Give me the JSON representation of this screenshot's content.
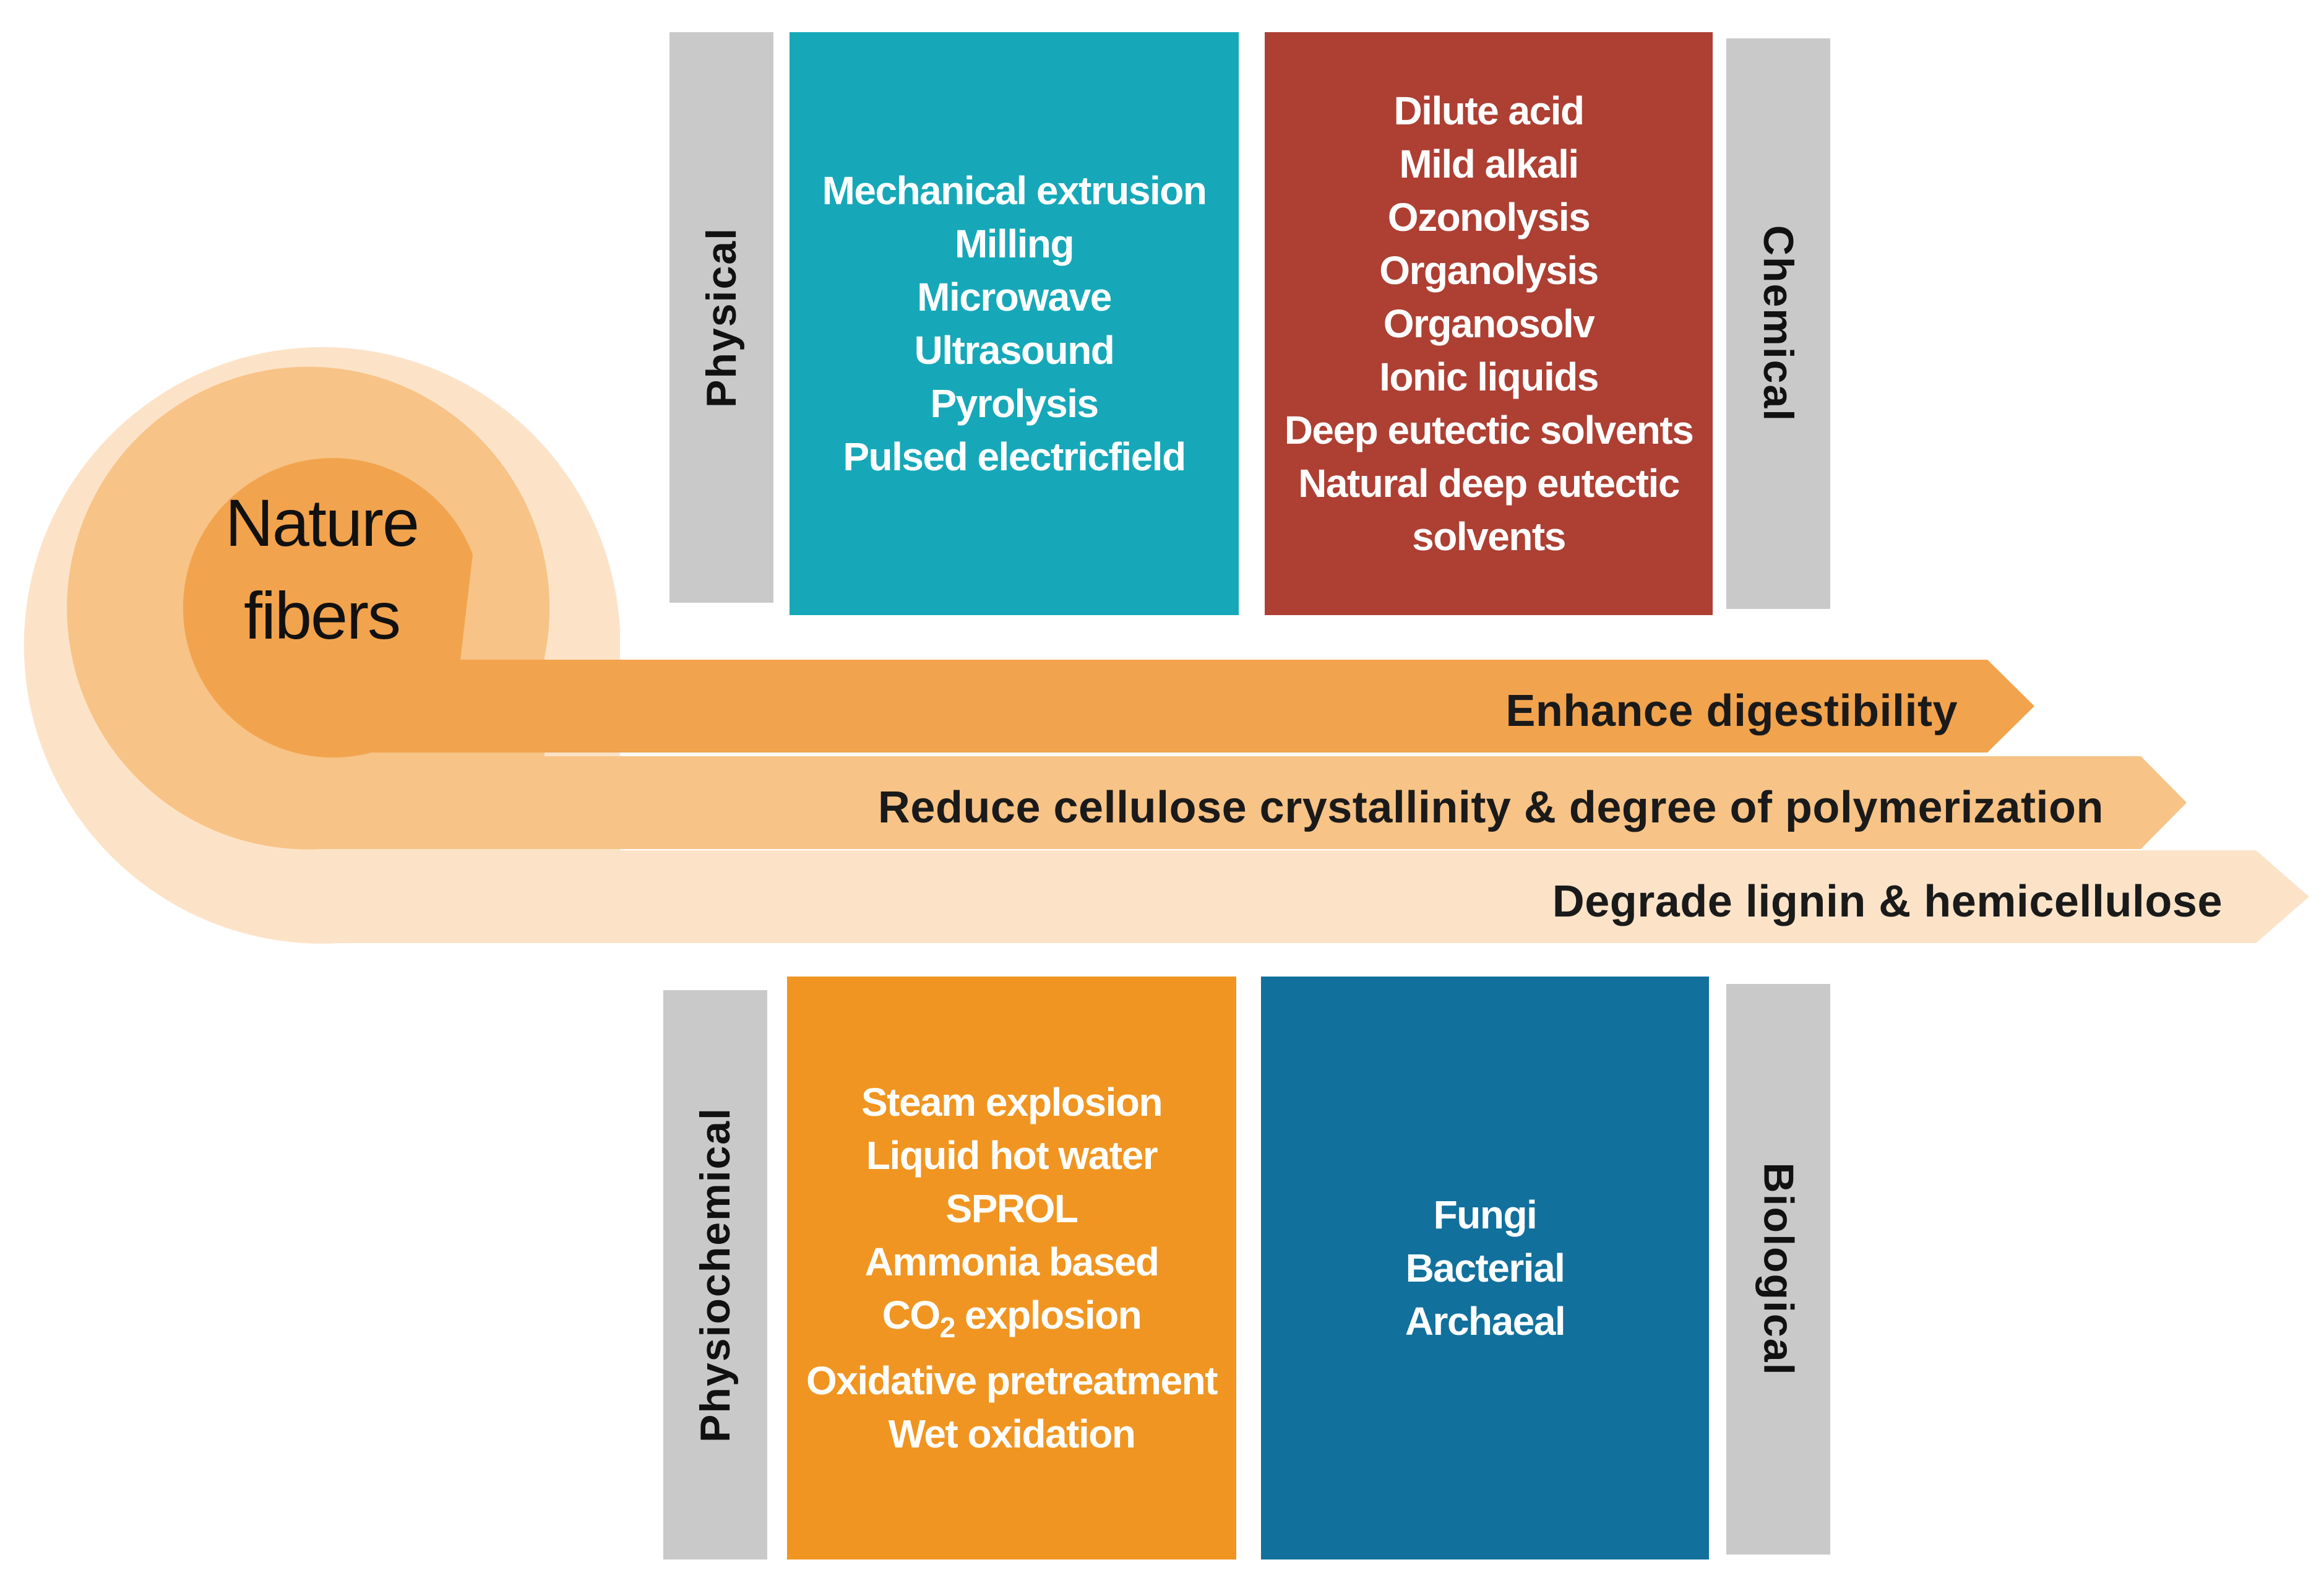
{
  "colors": {
    "outer_ring": "#fce3c8",
    "middle_ring": "#f7c386",
    "inner_circle": "#f2a34d",
    "physical_box": "#16a8b8",
    "chemical_box": "#ad3f33",
    "physiochemical_box": "#f09521",
    "biological_box": "#12709c",
    "category_tab": "#c9c9c9"
  },
  "center": {
    "line1": "Nature",
    "line2": "fibers"
  },
  "arrows": [
    {
      "label": "Enhance digestibility"
    },
    {
      "label": "Reduce cellulose crystallinity & degree of polymerization"
    },
    {
      "label": "Degrade lignin & hemicellulose"
    }
  ],
  "categories": {
    "physical": {
      "tab_label": "Physical",
      "items": [
        "Mechanical extrusion",
        "Milling",
        "Microwave",
        "Ultrasound",
        "Pyrolysis",
        "Pulsed electricfield"
      ]
    },
    "chemical": {
      "tab_label": "Chemical",
      "items": [
        "Dilute acid",
        "Mild alkali",
        "Ozonolysis",
        "Organolysis",
        "Organosolv",
        "Ionic liquids",
        "Deep eutectic solvents",
        "Natural deep eutectic",
        "solvents"
      ]
    },
    "physiochemical": {
      "tab_label": "Physiochemical",
      "items": [
        "Steam explosion",
        "Liquid hot water",
        "SPROL",
        "Ammonia based",
        "CO2 explosion",
        "Oxidative pretreatment",
        "Wet oxidation"
      ]
    },
    "biological": {
      "tab_label": "Biological",
      "items": [
        "Fungi",
        "Bacterial",
        "Archaeal"
      ]
    }
  }
}
